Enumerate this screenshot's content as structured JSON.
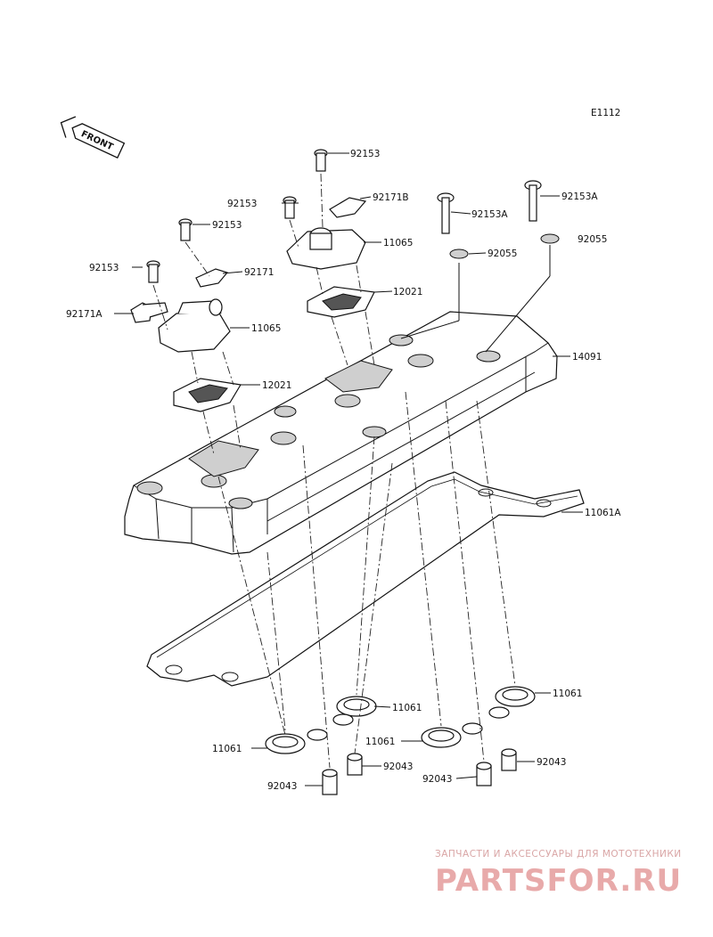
{
  "diagram": {
    "code": "E1112",
    "front_label": "FRONT",
    "labels": {
      "p92153_a": "92153",
      "p92171B": "92171B",
      "p92153A_a": "92153A",
      "p92153A_b": "92153A",
      "p92153_b": "92153",
      "p11065_a": "11065",
      "p92153_c": "92153",
      "p92055_a": "92055",
      "p92055_b": "92055",
      "p92153_d": "92153",
      "p92171": "92171",
      "p12021_a": "12021",
      "p92171A": "92171A",
      "p11065_b": "11065",
      "p14091": "14091",
      "p12021_b": "12021",
      "p11061A": "11061A",
      "p11061_a": "11061",
      "p11061_b": "11061",
      "p11061_c": "11061",
      "p11061_d": "11061",
      "p92043_a": "92043",
      "p92043_b": "92043",
      "p92043_c": "92043",
      "p92043_d": "92043"
    }
  },
  "watermark": {
    "tagline": "ЗАПЧАСТИ И АКСЕССУАРЫ ДЛЯ МОТОТЕХНИКИ",
    "logo": "PARTSFOR.RU",
    "color": "#e8aaaa"
  }
}
